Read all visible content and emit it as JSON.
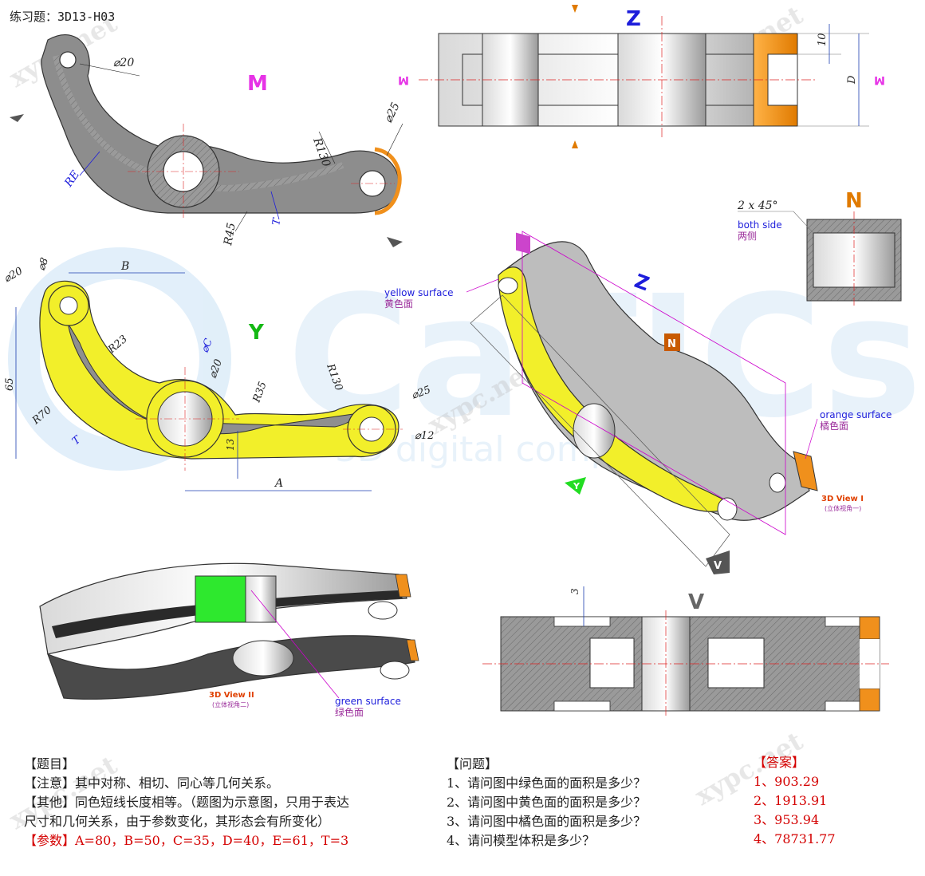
{
  "header": {
    "title": "练习题：3D13-H03"
  },
  "watermarks": {
    "site": "xypc.net",
    "brand": "CaTICs",
    "tagline": "3D digital competition"
  },
  "colors": {
    "yellow": "#f2ef2a",
    "orange": "#f0901c",
    "green": "#2ee82e",
    "purple": "#cc00cc",
    "magenta": "#e633e6",
    "blue": "#1d1ddb",
    "section_gray": "#8c8c8c",
    "red": "#d40000"
  },
  "views": {
    "M": {
      "letter": "M",
      "dims": {
        "d20": "⌀20",
        "d25": "⌀25",
        "r130": "R130",
        "r45": "R45",
        "re": "RE",
        "t": "T"
      }
    },
    "Z": {
      "letter": "Z",
      "dims": {
        "ten": "10",
        "d": "D"
      },
      "marker": "M"
    },
    "Y": {
      "letter": "Y",
      "dims": {
        "d20a": "⌀20",
        "d8": "⌀8",
        "b": "B",
        "r23": "R23",
        "c": "⌀C",
        "d20b": "⌀20",
        "r130": "R130",
        "r35": "R35",
        "d25": "⌀25",
        "d12": "⌀12",
        "h65": "65",
        "r70": "R70",
        "t": "T",
        "h13": "13",
        "a": "A"
      }
    },
    "N": {
      "letter": "N",
      "dims": {
        "chamfer": "2 x 45°"
      },
      "note_en": "both side",
      "note_cn": "两侧"
    },
    "V": {
      "letter": "V",
      "dims": {
        "three": "3"
      }
    },
    "view3d_1": {
      "markers": [
        "M",
        "Z",
        "N",
        "Y",
        "V"
      ],
      "yellow_en": "yellow surface",
      "yellow_cn": "黄色面",
      "orange_en": "orange surface",
      "orange_cn": "橘色面",
      "label": "3D View I",
      "sub": "(立体视角一)"
    },
    "view3d_2": {
      "green_en": "green surface",
      "green_cn": "绿色面",
      "label": "3D View II",
      "sub": "(立体视角二)"
    }
  },
  "problem": {
    "heading": "【题目】",
    "note1": "【注意】其中对称、相切、同心等几何关系。",
    "note2a": "【其他】同色短线长度相等。（题图为示意图，只用于表达",
    "note2b": "尺寸和几何关系，由于参数变化，其形态会有所变化）",
    "params": "【参数】A=80，B=50，C=35，D=40，E=61，T=3"
  },
  "questions": {
    "heading": "【问题】",
    "items": [
      "1、请问图中绿色面的面积是多少？",
      "2、请问图中黄色面的面积是多少？",
      "3、请问图中橘色面的面积是多少？",
      "4、请问模型体积是多少？"
    ]
  },
  "answers": {
    "heading": "【答案】",
    "items": [
      "1、903.29",
      "2、1913.91",
      "3、953.94",
      "4、78731.77"
    ]
  }
}
